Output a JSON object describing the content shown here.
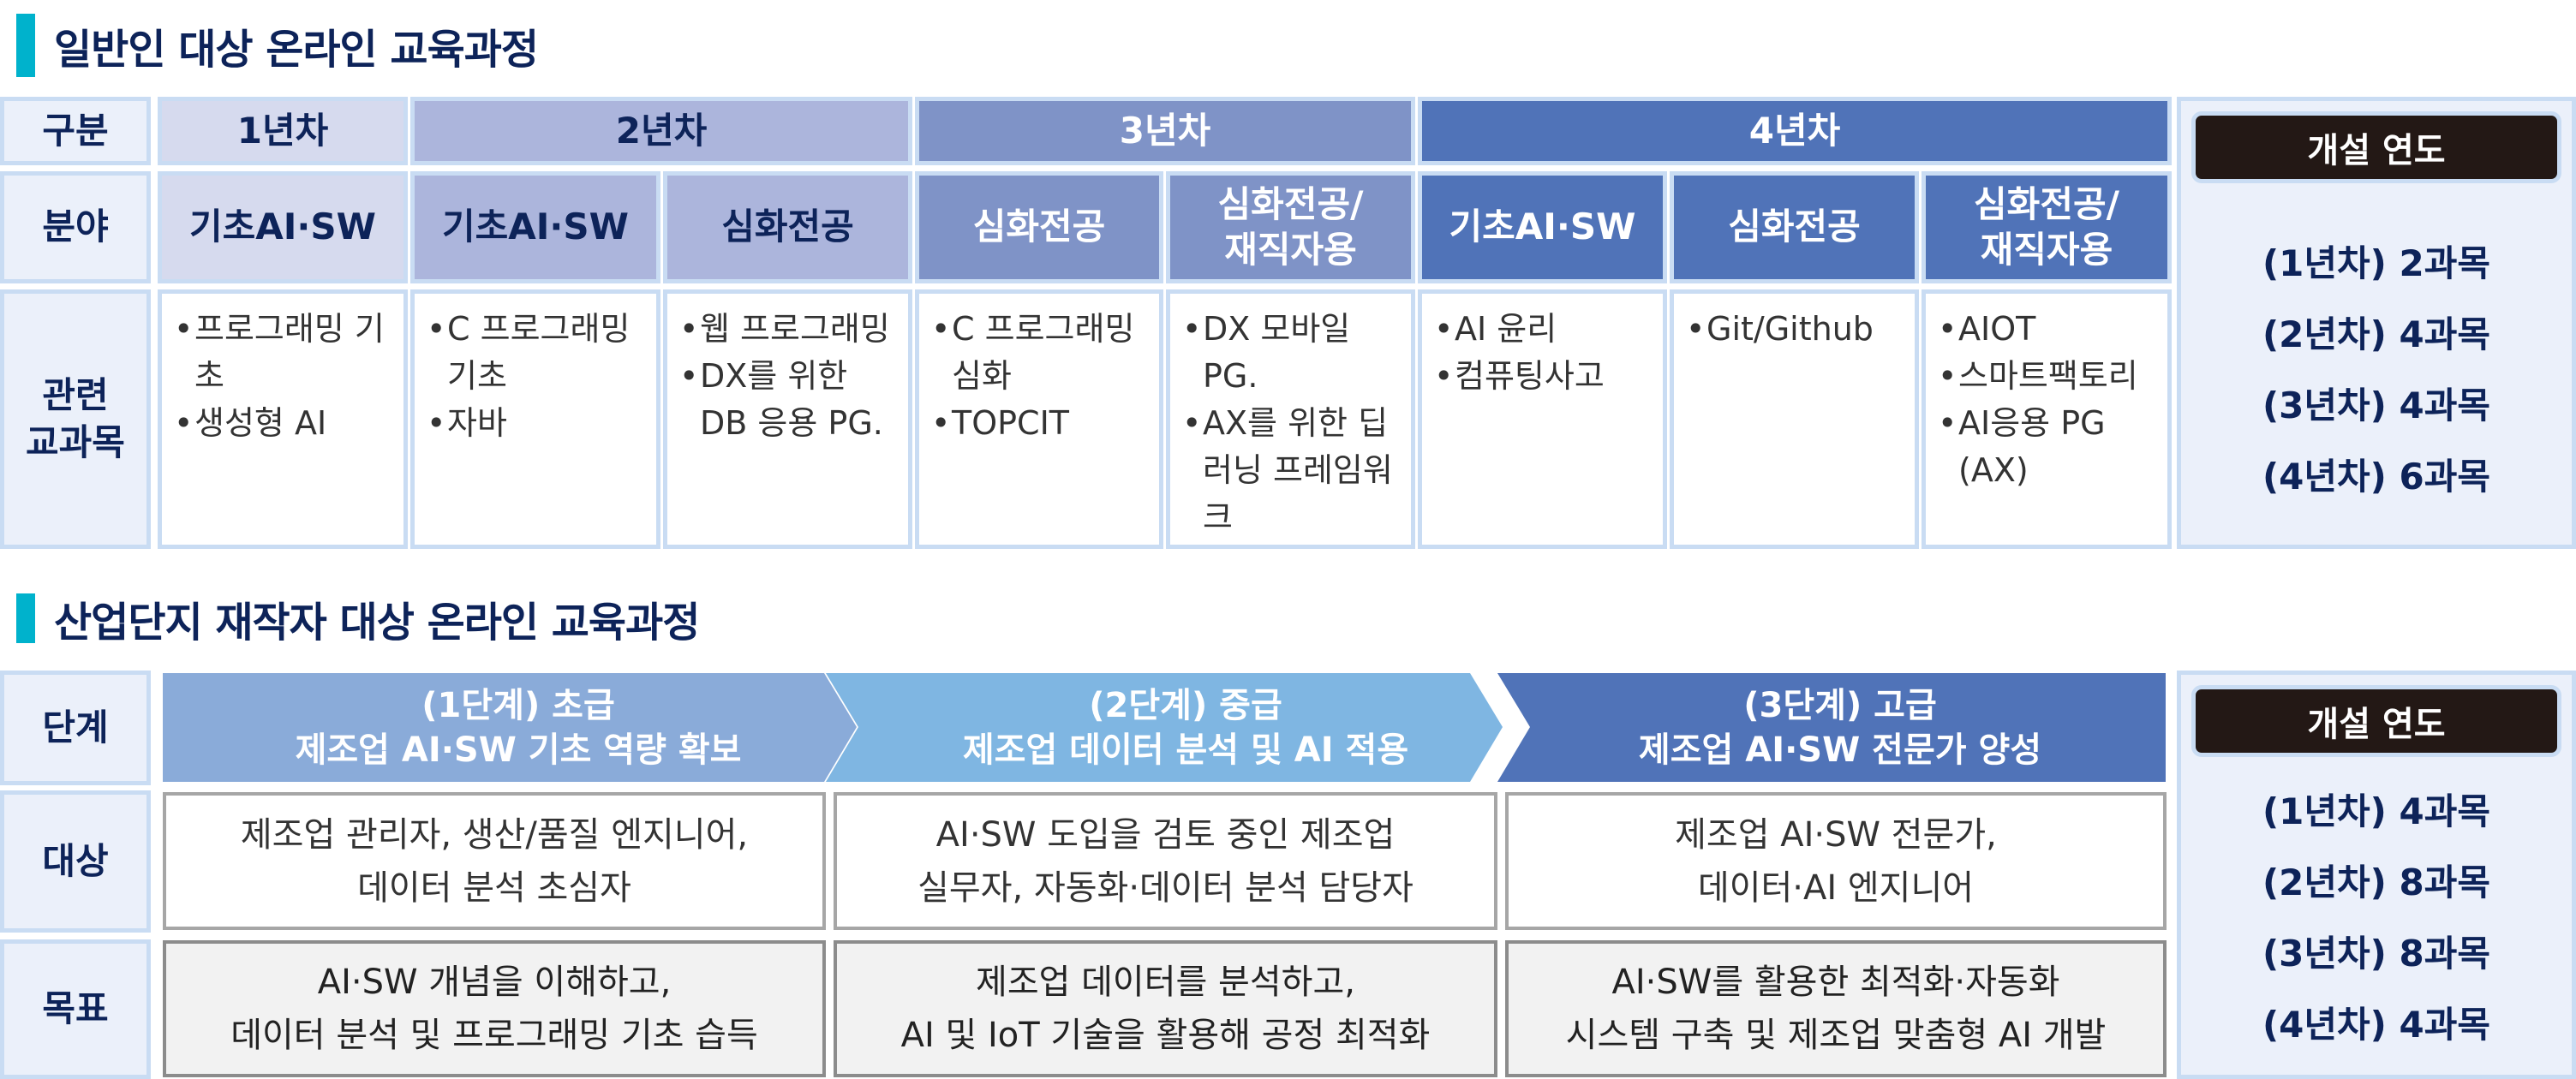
{
  "section1": {
    "title": "일반인 대상 온라인 교육과정",
    "row_labels": {
      "division": "구분",
      "field": "분야",
      "courses": "관련\n교과목"
    },
    "years": [
      {
        "label": "1년차",
        "color": "#d6daee"
      },
      {
        "label": "2년차",
        "color": "#acb5dc"
      },
      {
        "label": "3년차",
        "color": "#7f93c7"
      },
      {
        "label": "4년차",
        "color": "#5073b8"
      }
    ],
    "columns": [
      {
        "year": "1년차",
        "field": "기초AI·SW",
        "courses": [
          "프로그래밍 기초",
          "생성형 AI"
        ]
      },
      {
        "year": "2년차",
        "field": "기초AI·SW",
        "courses": [
          "C 프로그래밍 기초",
          "자바"
        ]
      },
      {
        "year": "2년차",
        "field": "심화전공",
        "courses": [
          "웹 프로그래밍",
          "DX를 위한 DB 응용 PG."
        ]
      },
      {
        "year": "3년차",
        "field": "심화전공",
        "courses": [
          "C 프로그래밍 심화",
          "TOPCIT"
        ]
      },
      {
        "year": "3년차",
        "field": "심화전공/\n재직자용",
        "courses": [
          "DX 모바일 PG.",
          "AX를 위한 딥러닝 프레임워크"
        ]
      },
      {
        "year": "4년차",
        "field": "기초AI·SW",
        "courses": [
          "AI 윤리",
          "컴퓨팅사고"
        ]
      },
      {
        "year": "4년차",
        "field": "심화전공",
        "courses": [
          "Git/Github"
        ]
      },
      {
        "year": "4년차",
        "field": "심화전공/\n재직자용",
        "courses": [
          "AIOT",
          "스마트팩토리",
          "AI응용 PG (AX)"
        ]
      }
    ],
    "summary": {
      "badge": "개설 연도",
      "counts": [
        "(1년차) 2과목",
        "(2년차) 4과목",
        "(3년차) 4과목",
        "(4년차) 6과목"
      ]
    }
  },
  "section2": {
    "title": "산업단지 재작자 대상 온라인 교육과정",
    "row_labels": {
      "stage": "단계",
      "target": "대상",
      "goal": "목표"
    },
    "stages": [
      {
        "line1": "(1단계) 초급",
        "line2": "제조업 AI·SW 기초 역량 확보",
        "color": "#8aabd9",
        "target": [
          "제조업 관리자, 생산/품질 엔지니어,",
          "데이터 분석 초심자"
        ],
        "goal": [
          "AI·SW 개념을 이해하고,",
          "데이터 분석 및 프로그래밍 기초 습득"
        ]
      },
      {
        "line1": "(2단계) 중급",
        "line2": "제조업 데이터 분석 및 AI 적용",
        "color": "#7fb6e2",
        "target": [
          "AI·SW 도입을 검토 중인 제조업",
          "실무자, 자동화·데이터 분석 담당자"
        ],
        "goal": [
          "제조업 데이터를 분석하고,",
          "AI 및 IoT 기술을 활용해 공정 최적화"
        ]
      },
      {
        "line1": "(3단계) 고급",
        "line2": "제조업 AI·SW 전문가 양성",
        "color": "#5073b8",
        "target": [
          "제조업 AI·SW 전문가,",
          "데이터·AI 엔지니어"
        ],
        "goal": [
          "AI·SW를 활용한 최적화·자동화",
          "시스템 구축 및 제조업 맞춤형 AI 개발"
        ]
      }
    ],
    "summary": {
      "badge": "개설 연도",
      "counts": [
        "(1년차) 4과목",
        "(2년차) 8과목",
        "(3년차) 8과목",
        "(4년차) 4과목"
      ]
    }
  },
  "colors": {
    "accent_bar": "#00b2cc",
    "title_text": "#0d2359",
    "cell_border": "#c9dcf3",
    "label_fill": "#ebf0fa",
    "badge_fill": "#231815"
  }
}
